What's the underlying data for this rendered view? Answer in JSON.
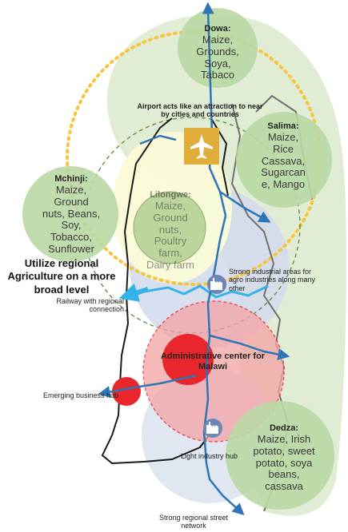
{
  "cities": {
    "dowa": {
      "name": "Dowa:",
      "crops": "Maize,\nGrounds,\nSoya,\nTabaco"
    },
    "salima": {
      "name": "Salima:",
      "crops": "Maize,\nRice\nCassava,\nSugarcan\ne, Mango"
    },
    "mchinji": {
      "name": "Mchinji:",
      "crops": "Maize,\nGround\nnuts, Beans,\nSoy,\nTobacco,\nSunflower"
    },
    "lilongwe": {
      "name": "Lilongwe:",
      "crops": "Maize,\nGround\nnuts,\nPoultry\nfarm,\nDairy farm"
    },
    "dedza": {
      "name": "Dedza:",
      "crops": "Maize, Irish\npotato, sweet\npotato, soya\nbeans,\ncassava"
    }
  },
  "annotations": {
    "airport": "Airport acts like  an attraction to near by cities and countries",
    "agriculture": "Utilize regional Agriculture on a more broad level",
    "railway": "Railway with regional connection",
    "industrial": "Strong industrial areas for agro industries along many other",
    "admin": "Administrative center for Malawi",
    "business": "Emerging business hub",
    "light_industry": "Light industry hub",
    "street": "Strong regional street network"
  },
  "icons": [
    "airplane-icon",
    "factory-icon"
  ],
  "colors": {
    "region_green": "#e1ecd5",
    "city_circle": "#b9d8a4",
    "airport_ring": "#f7c43a",
    "industry_zone": "#c9d6ea",
    "admin_red": "#e8262b",
    "road_blue": "#2e75b6",
    "rail_cyan": "#33b3e8",
    "airport_icon": "#e0ac3a",
    "factory_icon": "#6b86b7"
  }
}
